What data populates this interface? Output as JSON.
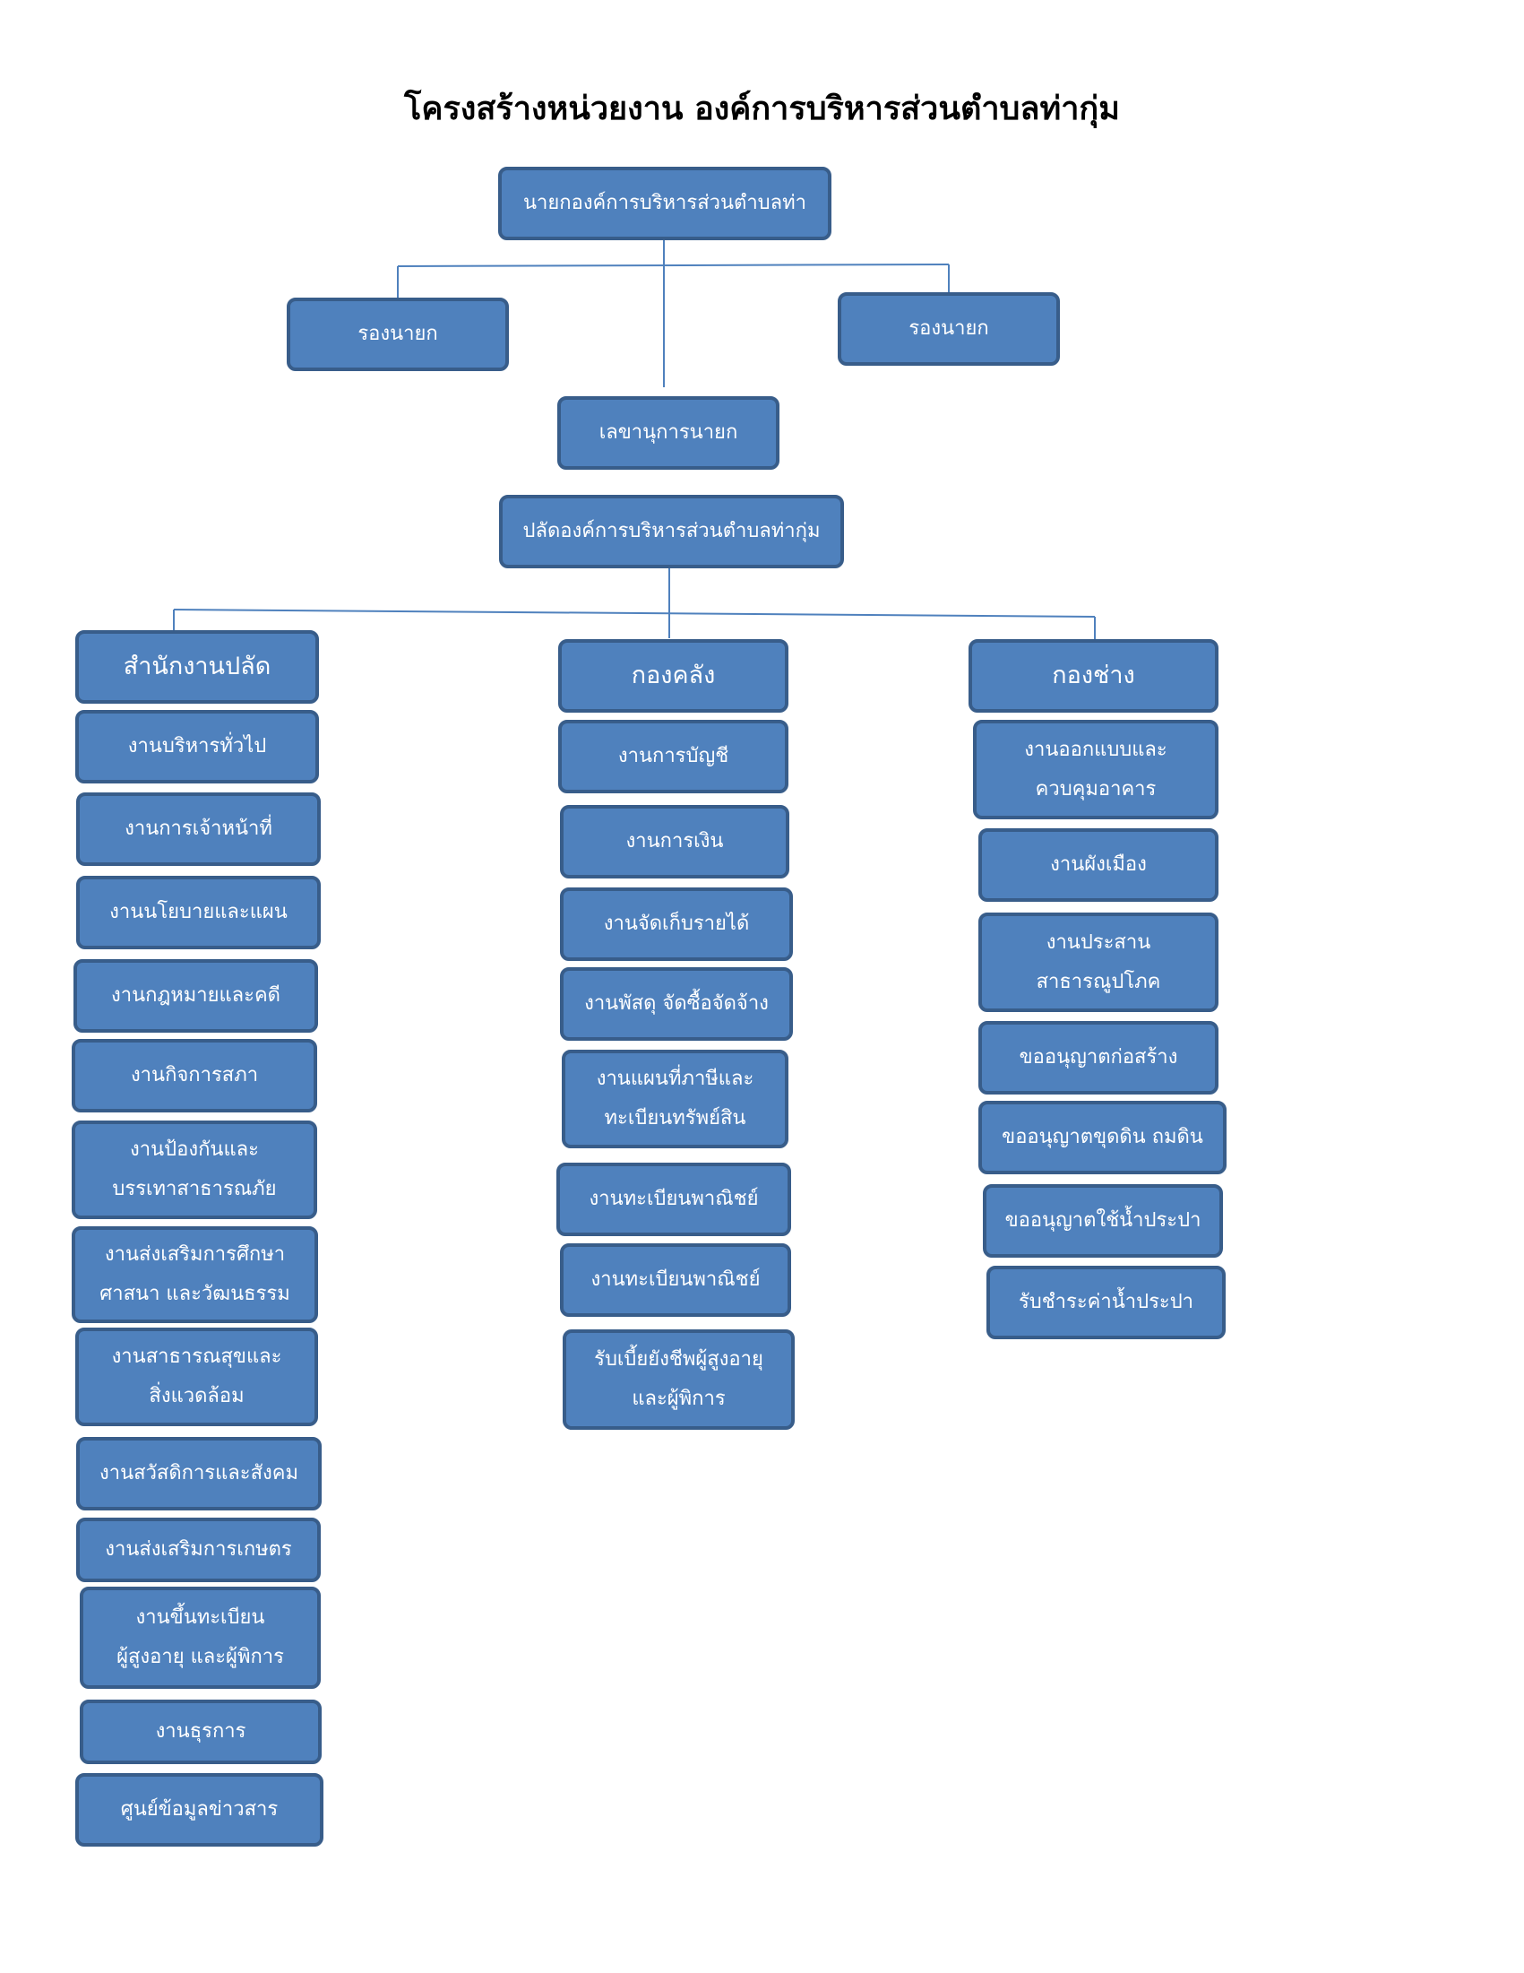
{
  "title": "โครงสร้างหน่วยงาน องค์การบริหารส่วนตำบลท่ากุ่ม",
  "top": {
    "mayor": "นายกองค์การบริหารส่วนตำบลท่า",
    "deputy_left": "รองนายก",
    "deputy_right": "รองนายก",
    "secretary": "เลขานุการนายก",
    "palad": "ปลัดองค์การบริหารส่วนตำบลท่ากุ่ม"
  },
  "departments": [
    {
      "name": "สำนักงานปลัด",
      "units": [
        "งานบริหารทั่วไป",
        "งานการเจ้าหน้าที่",
        "งานนโยบายและแผน",
        "งานกฎหมายและคดี",
        "งานกิจการสภา",
        "งานป้องกันและ\nบรรเทาสาธารณภัย",
        "งานส่งเสริมการศึกษา\nศาสนา และวัฒนธรรม",
        "งานสาธารณสุขและ\nสิ่งแวดล้อม",
        "งานสวัสดิการและสังคม",
        "งานส่งเสริมการเกษตร",
        "งานขึ้นทะเบียน\nผู้สูงอายุ และผู้พิการ",
        "งานธุรการ",
        "ศูนย์ข้อมูลข่าวสาร"
      ]
    },
    {
      "name": "กองคลัง",
      "units": [
        "งานการบัญชี",
        "งานการเงิน",
        "งานจัดเก็บรายได้",
        "งานพัสดุ จัดซื้อจัดจ้าง",
        "งานแผนที่ภาษีและ\nทะเบียนทรัพย์สิน",
        "งานทะเบียนพาณิชย์",
        "งานทะเบียนพาณิชย์",
        "รับเบี้ยยังชีพผู้สูงอายุ\nและผู้พิการ"
      ]
    },
    {
      "name": "กองช่าง",
      "units": [
        "งานออกแบบและ\nควบคุมอาคาร",
        "งานผังเมือง",
        "งานประสาน\nสาธารณูปโภค",
        "ขออนุญาตก่อสร้าง",
        "ขออนุญาตขุดดิน ถมดิน",
        "ขออนุญาตใช้น้ำประปา",
        "รับชำระค่าน้ำประปา"
      ]
    }
  ],
  "colors": {
    "box_fill": "#4f81bd",
    "box_border": "#385d8a",
    "box_text": "#ffffff",
    "connector": "#4f81bd"
  }
}
